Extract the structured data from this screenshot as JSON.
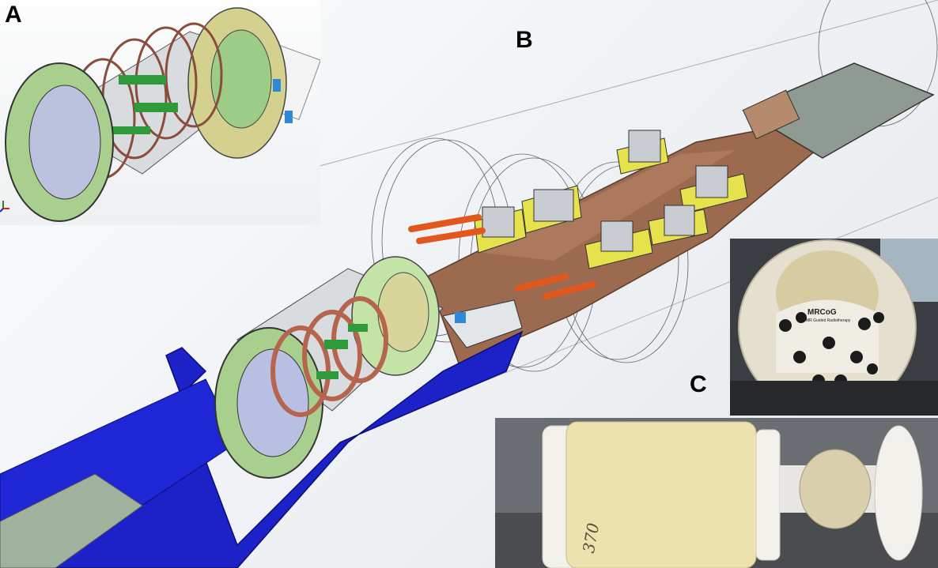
{
  "panels": {
    "a": {
      "label": "A"
    },
    "b": {
      "label": "B"
    },
    "c": {
      "label": "C",
      "device_brand": "MRCoG",
      "device_subtitle": "MR Guided Radiotherapy",
      "sleeve_note": "370"
    }
  },
  "colors": {
    "couch_blue": "#1c22c8",
    "rail_brown": "#9c6a4e",
    "coil_copper": "#b5644e",
    "ring_yellow": "#d8d59a",
    "ring_green": "#a9cf8f",
    "catheter_orange": "#e2571d",
    "sleeve_tan": "#ece2ad"
  },
  "icons": [
    "axis-triad-icon"
  ]
}
